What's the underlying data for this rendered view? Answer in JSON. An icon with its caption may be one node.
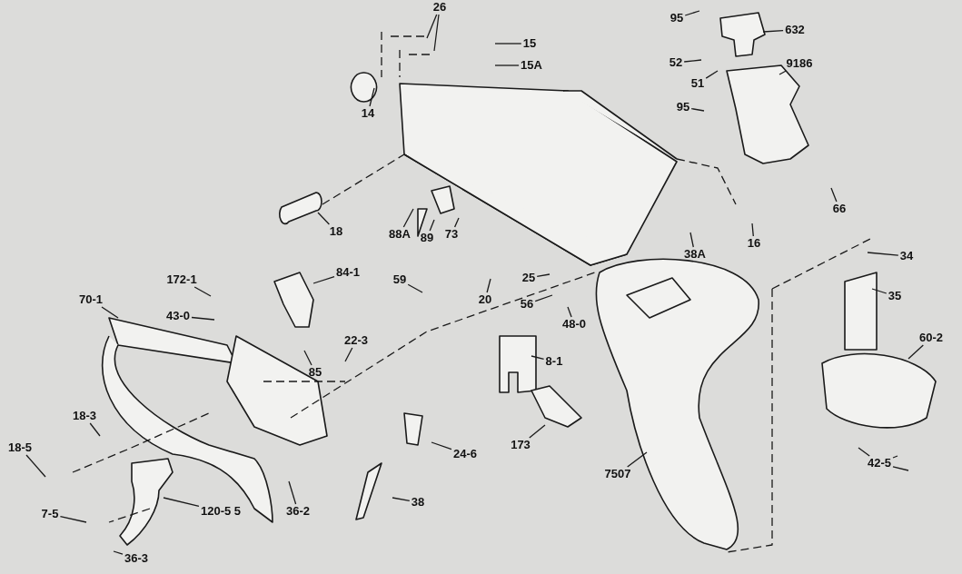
{
  "diagram": {
    "nodes": [
      {
        "text": [
          "26"
        ]
      },
      {
        "text": [
          "15"
        ]
      },
      {
        "text": [
          "15A"
        ]
      },
      {
        "text": [
          "14"
        ]
      },
      {
        "text": [
          "95"
        ]
      },
      {
        "text": [
          "632"
        ]
      },
      {
        "text": [
          "52"
        ]
      },
      {
        "text": [
          "51"
        ]
      },
      {
        "text": [
          "9186"
        ]
      },
      {
        "text": [
          "95"
        ]
      },
      {
        "text": [
          "18"
        ]
      },
      {
        "text": [
          "88A"
        ]
      },
      {
        "text": [
          "89"
        ]
      },
      {
        "text": [
          "73"
        ]
      },
      {
        "text": [
          "66"
        ]
      },
      {
        "text": [
          "16"
        ]
      },
      {
        "text": [
          "38A"
        ]
      },
      {
        "text": [
          "34"
        ]
      },
      {
        "text": [
          "172-1"
        ]
      },
      {
        "text": [
          "84-1"
        ]
      },
      {
        "text": [
          "59"
        ]
      },
      {
        "text": [
          "25"
        ]
      },
      {
        "text": [
          "20"
        ]
      },
      {
        "text": [
          "56"
        ]
      },
      {
        "text": [
          "35"
        ]
      },
      {
        "text": [
          "70-1"
        ]
      },
      {
        "text": [
          "43-0"
        ]
      },
      {
        "text": [
          "48-0"
        ]
      },
      {
        "text": [
          "60-2"
        ]
      },
      {
        "text": [
          "22-3"
        ]
      },
      {
        "text": [
          "85"
        ]
      },
      {
        "text": [
          "8-1"
        ]
      },
      {
        "text": [
          "18-3"
        ]
      },
      {
        "text": [
          "24-6"
        ]
      },
      {
        "text": [
          "173"
        ]
      },
      {
        "text": [
          "18-5"
        ]
      },
      {
        "text": [
          "7507"
        ]
      },
      {
        "text": [
          "42-5"
        ]
      },
      {
        "text": [
          "38"
        ]
      },
      {
        "text": [
          "36-2"
        ]
      },
      {
        "text": [
          "7-5"
        ]
      },
      {
        "text": [
          "120-5 5"
        ]
      },
      {
        "text": [
          "36-3"
        ]
      }
    ],
    "edges": [
      {
        "from": 0,
        "to": null,
        "arrow": "none"
      },
      {
        "from": 0,
        "to": null,
        "arrow": "none"
      },
      {
        "from": 1,
        "to": null,
        "arrow": "none"
      },
      {
        "from": 2,
        "to": null,
        "arrow": "none"
      },
      {
        "from": 3,
        "to": null,
        "arrow": "none"
      },
      {
        "from": 4,
        "to": null,
        "arrow": "none"
      },
      {
        "from": 5,
        "to": null,
        "arrow": "none"
      },
      {
        "from": 6,
        "to": null,
        "arrow": "none"
      },
      {
        "from": 7,
        "to": null,
        "arrow": "none"
      },
      {
        "from": 8,
        "to": null,
        "arrow": "none"
      },
      {
        "from": 9,
        "to": null,
        "arrow": "none"
      },
      {
        "from": 10,
        "to": null,
        "arrow": "none"
      },
      {
        "from": 11,
        "to": null,
        "arrow": "none"
      },
      {
        "from": 12,
        "to": null,
        "arrow": "none"
      },
      {
        "from": 13,
        "to": null,
        "arrow": "none"
      },
      {
        "from": 14,
        "to": null,
        "arrow": "none"
      },
      {
        "from": 15,
        "to": null,
        "arrow": "none"
      },
      {
        "from": 16,
        "to": null,
        "arrow": "none"
      },
      {
        "from": 17,
        "to": null,
        "arrow": "none"
      },
      {
        "from": 18,
        "to": null,
        "arrow": "none"
      },
      {
        "from": 19,
        "to": null,
        "arrow": "none"
      },
      {
        "from": 20,
        "to": null,
        "arrow": "none"
      },
      {
        "from": 21,
        "to": null,
        "arrow": "none"
      },
      {
        "from": 22,
        "to": null,
        "arrow": "none"
      },
      {
        "from": 23,
        "to": null,
        "arrow": "none"
      },
      {
        "from": 24,
        "to": null,
        "arrow": "none"
      },
      {
        "from": 25,
        "to": null,
        "arrow": "none"
      },
      {
        "from": 26,
        "to": null,
        "arrow": "none"
      },
      {
        "from": 27,
        "to": null,
        "arrow": "none"
      },
      {
        "from": 28,
        "to": null,
        "arrow": "none"
      },
      {
        "from": 29,
        "to": null,
        "arrow": "none"
      },
      {
        "from": 30,
        "to": null,
        "arrow": "none"
      },
      {
        "from": 31,
        "to": null,
        "arrow": "none"
      },
      {
        "from": 32,
        "to": null,
        "arrow": "none"
      },
      {
        "from": 33,
        "to": null,
        "arrow": "none"
      },
      {
        "from": 34,
        "to": null,
        "arrow": "none"
      },
      {
        "from": 35,
        "to": null,
        "arrow": "none"
      },
      {
        "from": 36,
        "to": null,
        "arrow": "none"
      },
      {
        "from": 37,
        "to": null,
        "arrow": "none"
      },
      {
        "from": 37,
        "to": null,
        "arrow": "none"
      },
      {
        "from": 37,
        "to": null,
        "arrow": "none"
      },
      {
        "from": 38,
        "to": null,
        "arrow": "none"
      },
      {
        "from": 39,
        "to": null,
        "arrow": "none"
      },
      {
        "from": 40,
        "to": null,
        "arrow": "none"
      },
      {
        "from": 41,
        "to": null,
        "arrow": "none"
      },
      {
        "from": 42,
        "to": null,
        "arrow": "none"
      }
    ]
  }
}
